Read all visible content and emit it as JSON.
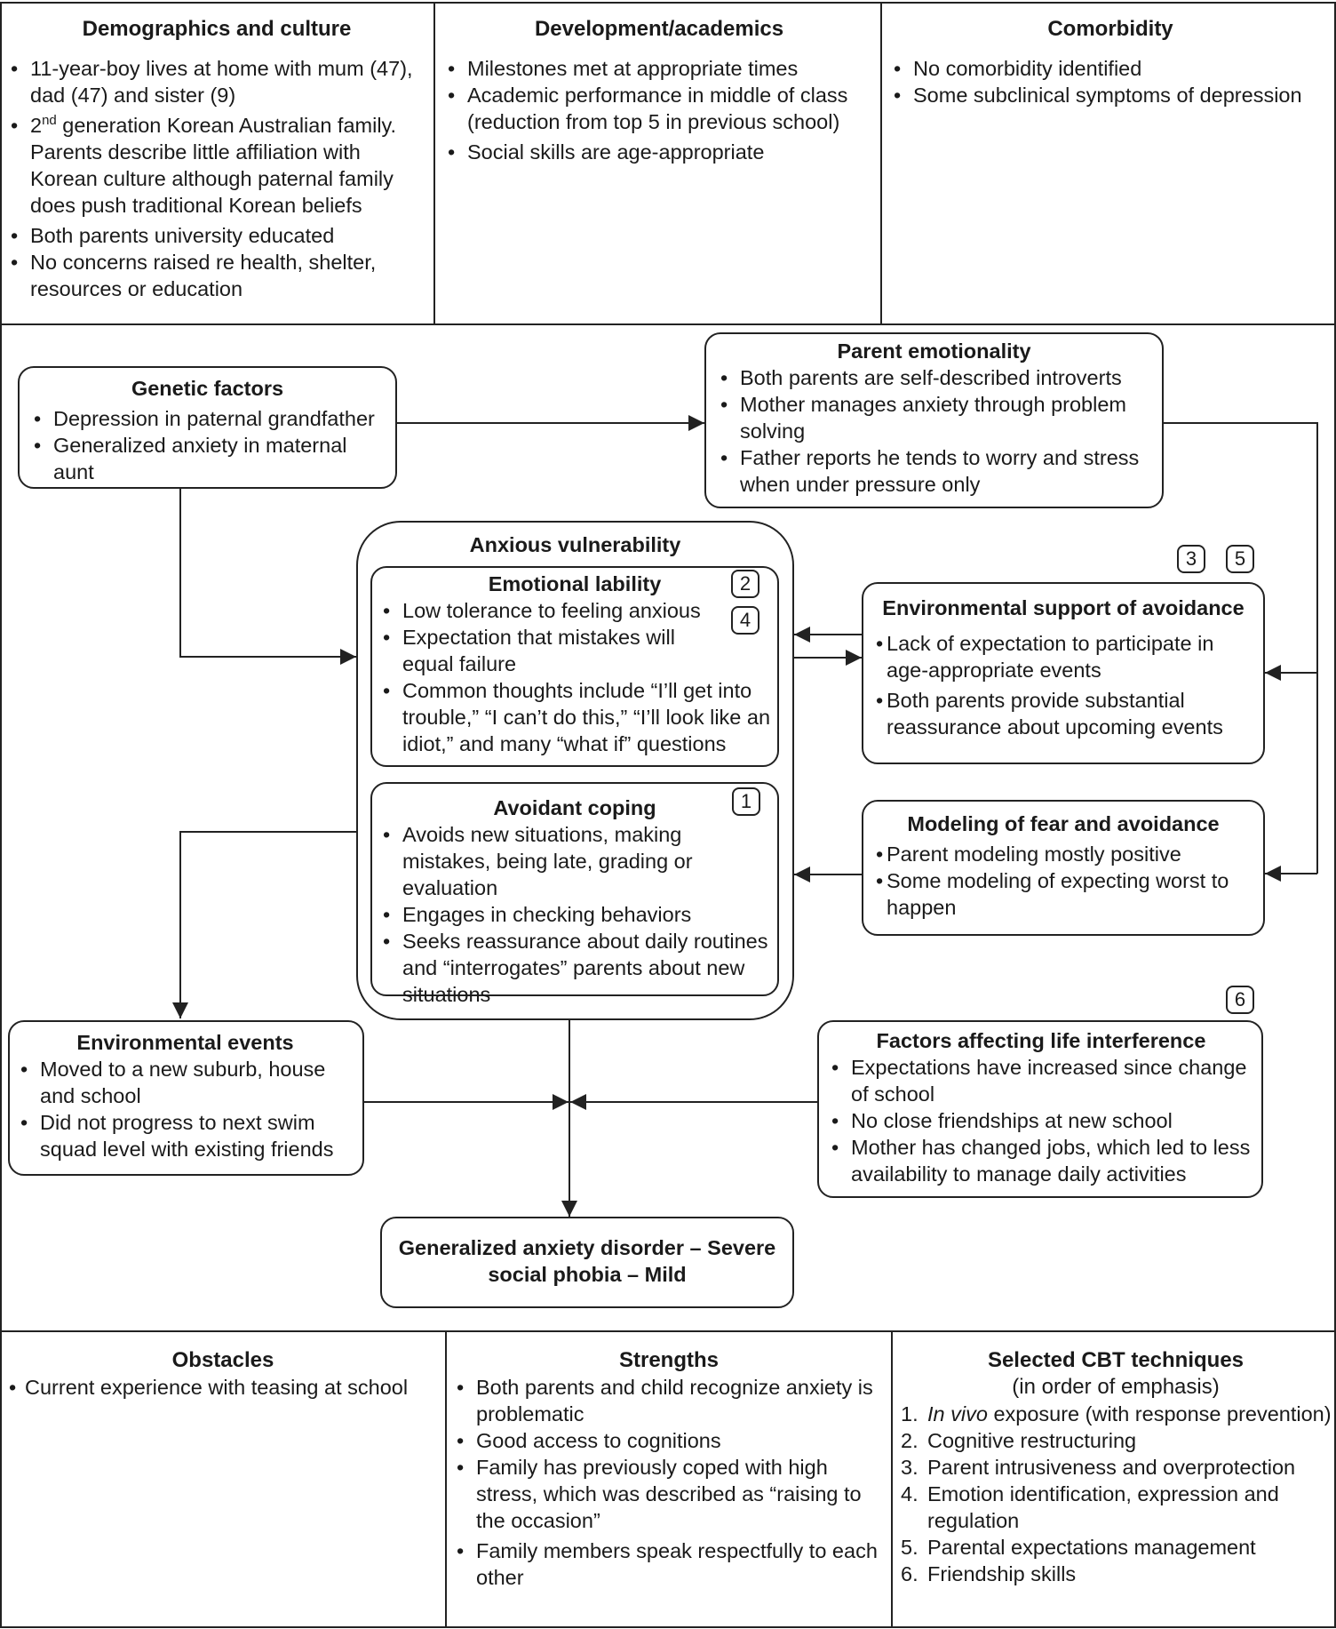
{
  "top": {
    "demographics": {
      "title": "Demographics and culture",
      "items": [
        "11-year-boy lives at home with mum (47), dad (47) and sister (9)",
        "2nd generation Korean Australian family. Parents describe little affiliation with Korean culture although paternal family does push traditional Korean beliefs",
        "Both parents university educated",
        "No concerns raised re health, shelter, resources or education"
      ],
      "item2_num": "2",
      "item2_sup": "nd",
      "item2_rest": " generation Korean Australian family. Parents describe little affiliation with Korean culture although paternal family does push traditional Korean beliefs"
    },
    "development": {
      "title": "Development/academics",
      "items": [
        "Milestones met at appropriate times",
        "Academic performance in middle of class (reduction from top 5 in previous school)",
        "Social skills are age-appropriate"
      ]
    },
    "comorbidity": {
      "title": "Comorbidity",
      "items": [
        "No comorbidity identified",
        "Some subclinical symptoms of depression"
      ]
    }
  },
  "diagram": {
    "genetic": {
      "title": "Genetic factors",
      "items": [
        "Depression in paternal grandfather",
        "Generalized anxiety in maternal aunt"
      ]
    },
    "parent_emotionality": {
      "title": "Parent emotionality",
      "items": [
        "Both parents are self-described introverts",
        "Mother manages anxiety through problem solving",
        "Father reports he tends to worry and stress when under pressure only"
      ]
    },
    "anxious_vulnerability": {
      "title": "Anxious vulnerability"
    },
    "emotional_lability": {
      "title": "Emotional lability",
      "badges": [
        "2",
        "4"
      ],
      "items": [
        "Low tolerance to feeling anxious",
        "Expectation that mistakes will equal failure",
        "Common thoughts include “I’ll get into trouble,” “I can’t do this,” “I’ll look like an idiot,” and many “what if” questions"
      ]
    },
    "avoidant_coping": {
      "title": "Avoidant coping",
      "badges": [
        "1"
      ],
      "items": [
        "Avoids new situations, making mistakes, being late, grading or evaluation",
        "Engages in checking behaviors",
        "Seeks reassurance about daily routines and “interrogates” parents about new situations"
      ]
    },
    "environmental_support": {
      "title": "Environmental support of avoidance",
      "badges": [
        "3",
        "5"
      ],
      "items": [
        "Lack of expectation to participate in age-appropriate events",
        "Both parents provide substantial reassurance about upcoming events"
      ]
    },
    "modeling": {
      "title": "Modeling of fear and avoidance",
      "items": [
        "Parent modeling mostly positive",
        "Some modeling of expecting worst to happen"
      ]
    },
    "environmental_events": {
      "title": "Environmental events",
      "items": [
        "Moved to a new suburb, house and school",
        "Did not progress to next swim squad level with existing friends"
      ]
    },
    "life_interference": {
      "title": "Factors affecting life interference",
      "badges": [
        "6"
      ],
      "items": [
        "Expectations have increased since change of school",
        "No close friendships at new school",
        "Mother has changed jobs, which led to less availability to manage daily activities"
      ]
    },
    "outcome": {
      "line1": "Generalized anxiety disorder – Severe",
      "line2": "social phobia – Mild"
    }
  },
  "bottom": {
    "obstacles": {
      "title": "Obstacles",
      "items": [
        "Current experience with teasing at school"
      ]
    },
    "strengths": {
      "title": "Strengths",
      "items": [
        "Both parents and child recognize anxiety is problematic",
        "Good access to cognitions",
        "Family has previously coped with high stress, which was described as “raising to the occasion”",
        "Family members speak respectfully to each other"
      ]
    },
    "cbt": {
      "title": "Selected CBT techniques",
      "subtitle": "(in order of emphasis)",
      "items": [
        {
          "num": "1.",
          "italic": "In vivo",
          "text": " exposure (with response prevention)"
        },
        {
          "num": "2.",
          "italic": "",
          "text": "Cognitive restructuring"
        },
        {
          "num": "3.",
          "italic": "",
          "text": "Parent intrusiveness and overprotection"
        },
        {
          "num": "4.",
          "italic": "",
          "text": "Emotion identification, expression and regulation"
        },
        {
          "num": "5.",
          "italic": "",
          "text": "Parental expectations management"
        },
        {
          "num": "6.",
          "italic": "",
          "text": "Friendship skills"
        }
      ]
    }
  }
}
